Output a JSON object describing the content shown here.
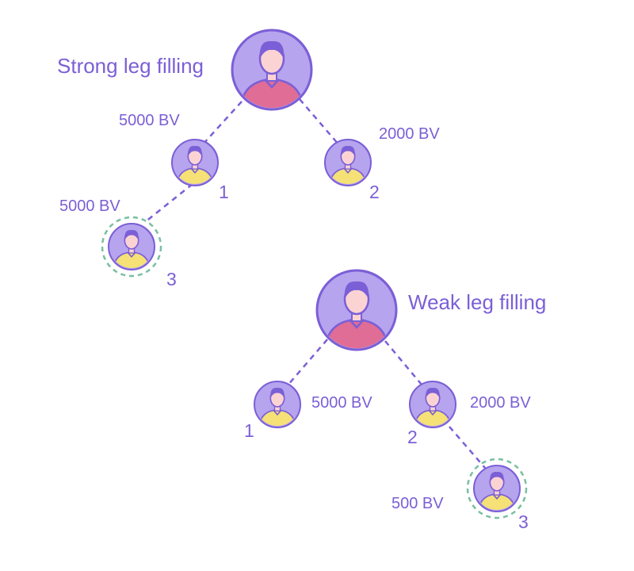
{
  "colors": {
    "accent": "#7b5fd6",
    "circle_fill": "#b6a4ee",
    "circle_stroke": "#7b5fd6",
    "highlight_ring": "#79bfa0",
    "parent_shirt": "#e06d95",
    "child_shirt": "#f5e176",
    "skin": "#fcd3d3",
    "hair": "#7b5fd6"
  },
  "icons": {
    "person": "person-avatar-icon"
  },
  "strong_leg": {
    "title": "Strong leg filling",
    "left_bv": "5000 BV",
    "right_bv": "2000 BV",
    "left_num": "1",
    "right_num": "2",
    "grandchild_bv": "5000 BV",
    "grandchild_num": "3"
  },
  "weak_leg": {
    "title": "Weak leg filling",
    "left_bv": "5000 BV",
    "right_bv": "2000 BV",
    "left_num": "1",
    "right_num": "2",
    "grandchild_bv": "500 BV",
    "grandchild_num": "3"
  }
}
